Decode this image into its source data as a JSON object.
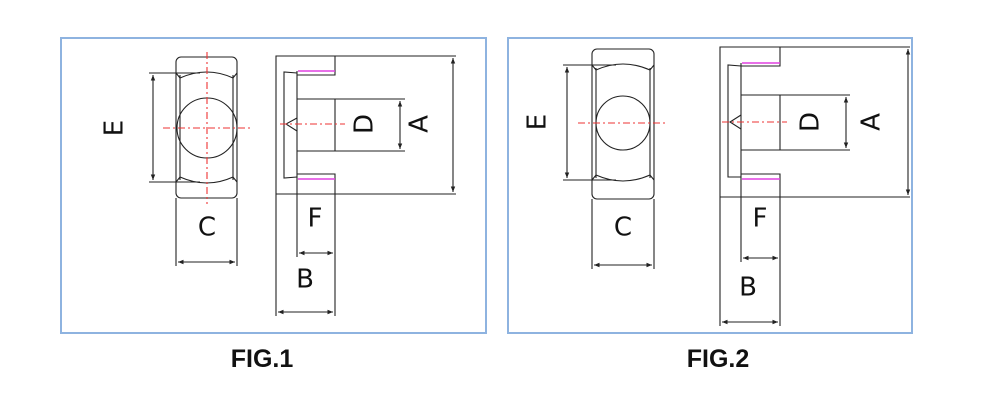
{
  "figures": [
    {
      "caption": "FIG.1",
      "labels": {
        "A": "A",
        "B": "B",
        "C": "C",
        "D": "D",
        "E": "E",
        "F": "F"
      }
    },
    {
      "caption": "FIG.2",
      "labels": {
        "A": "A",
        "B": "B",
        "C": "C",
        "D": "D",
        "E": "E",
        "F": "F"
      }
    }
  ],
  "colors": {
    "frame": "#8eb3e0",
    "centerline": "#ee3333",
    "highlight": "#e040e0"
  }
}
